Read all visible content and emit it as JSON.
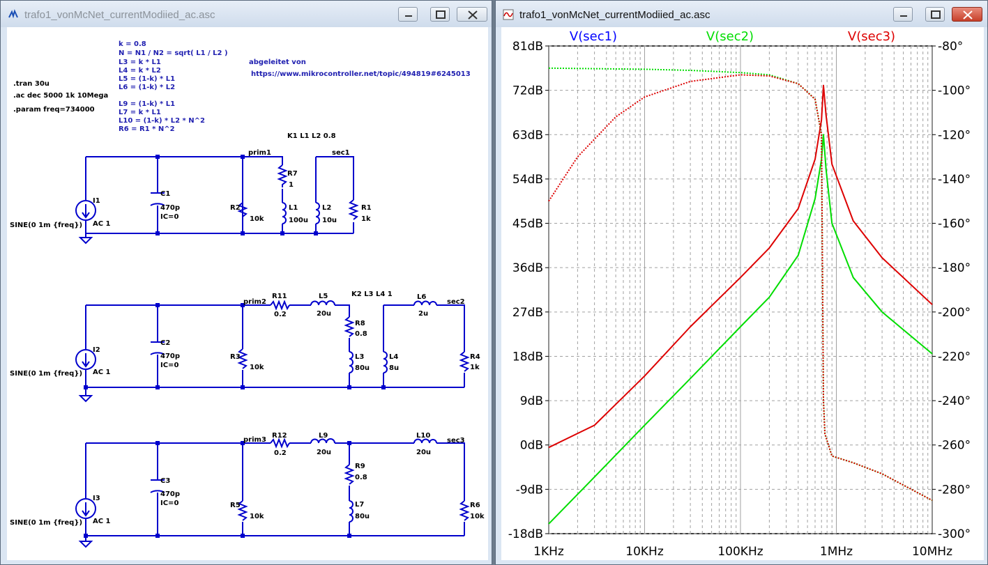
{
  "left_window": {
    "title": "trafo1_vonMcNet_currentModiied_ac.asc",
    "directives": {
      "tran": ".tran 30u",
      "ac": ".ac dec 5000 1k 10Mega",
      "param": ".param freq=734000",
      "eqs": [
        "k = 0.8",
        "N = N1 / N2 = sqrt( L1 / L2 )",
        "L3 = k * L1",
        "L4 = k * L2",
        "L5 = (1-k) * L1",
        "L6 = (1-k) * L2",
        "",
        "L9 = (1-k) * L1",
        "L7 = k * L1",
        "L10 = (1-k) * L2 * N^2",
        "R6 = R1 * N^2"
      ],
      "source_label": "abgeleitet von",
      "source_url": "https://www.mikrocontroller.net/topic/494819#6245013",
      "k1": "K1 L1 L2 0.8",
      "k2": "K2 L3 L4 1"
    },
    "circuit1": {
      "I1": "I1",
      "I1_ac": "AC 1",
      "I1_sine": "SINE(0 1m {freq})",
      "C1": "C1",
      "C1_val": "470p",
      "C1_ic": "IC=0",
      "prim": "prim1",
      "sec": "sec1",
      "R2": "R2",
      "R2_val": "10k",
      "R7": "R7",
      "R7_val": "1",
      "L1": "L1",
      "L1_val": "100u",
      "L2": "L2",
      "L2_val": "10u",
      "R1": "R1",
      "R1_val": "1k"
    },
    "circuit2": {
      "I2": "I2",
      "I2_ac": "AC 1",
      "I2_sine": "SINE(0 1m {freq})",
      "C2": "C2",
      "C2_val": "470p",
      "C2_ic": "IC=0",
      "prim": "prim2",
      "sec": "sec2",
      "R11": "R11",
      "R11_val": "0.2",
      "L5": "L5",
      "L5_val": "20u",
      "R8": "R8",
      "R8_val": "0.8",
      "L3": "L3",
      "L3_val": "80u",
      "R3": "R3",
      "R3_val": "10k",
      "L4": "L4",
      "L4_val": "8u",
      "L6": "L6",
      "L6_val": "2u",
      "R4": "R4",
      "R4_val": "1k"
    },
    "circuit3": {
      "I3": "I3",
      "I3_ac": "AC 1",
      "I3_sine": "SINE(0 1m {freq})",
      "C3": "C3",
      "C3_val": "470p",
      "C3_ic": "IC=0",
      "prim": "prim3",
      "sec": "sec3",
      "R12": "R12",
      "R12_val": "0.2",
      "L9": "L9",
      "L9_val": "20u",
      "R9": "R9",
      "R9_val": "0.8",
      "L7": "L7",
      "L7_val": "80u",
      "R5": "R5",
      "R5_val": "10k",
      "L10": "L10",
      "L10_val": "20u",
      "R6": "R6",
      "R6_val": "10k"
    }
  },
  "right_window": {
    "title": "trafo1_vonMcNet_currentModiied_ac.asc"
  },
  "colors": {
    "wire": "#0000cc",
    "sec1": "#0000ff",
    "sec2": "#00dd00",
    "sec3": "#dd0000",
    "phase": "#8a6a00",
    "grid": "#a0a0a0"
  },
  "chart_data": {
    "type": "line",
    "x_scale": "log",
    "xlim": [
      1000,
      10000000
    ],
    "x_ticks": [
      1000,
      10000,
      100000,
      1000000,
      10000000
    ],
    "x_tick_labels": [
      "1KHz",
      "10KHz",
      "100KHz",
      "1MHz",
      "10MHz"
    ],
    "ylim": [
      -18,
      81
    ],
    "y_ticks": [
      -18,
      -9,
      0,
      9,
      18,
      27,
      36,
      45,
      54,
      63,
      72,
      81
    ],
    "y_tick_labels": [
      "-18dB",
      "-9dB",
      "0dB",
      "9dB",
      "18dB",
      "27dB",
      "36dB",
      "45dB",
      "54dB",
      "63dB",
      "72dB",
      "81dB"
    ],
    "y2lim": [
      -300,
      -80
    ],
    "y2_ticks": [
      -300,
      -280,
      -260,
      -240,
      -220,
      -200,
      -180,
      -160,
      -140,
      -120,
      -100,
      -80
    ],
    "y2_tick_labels": [
      "-300°",
      "-280°",
      "-260°",
      "-240°",
      "-220°",
      "-200°",
      "-180°",
      "-160°",
      "-140°",
      "-120°",
      "-100°",
      "-80°"
    ],
    "series": [
      {
        "name": "V(sec1)",
        "color": "#0000ff",
        "x": [],
        "y": []
      },
      {
        "name": "V(sec2)",
        "color": "#00dd00",
        "style": "solid",
        "x": [
          1000,
          3000,
          10000,
          30000,
          100000,
          200000,
          400000,
          600000,
          700000,
          734000,
          780000,
          900000,
          1500000,
          3000000,
          10000000
        ],
        "y": [
          -16,
          -6.5,
          4,
          13.5,
          24,
          30,
          38.5,
          50,
          58,
          63,
          56,
          45,
          34,
          27,
          18.5
        ]
      },
      {
        "name": "V(sec3)",
        "color": "#dd0000",
        "style": "solid",
        "x": [
          1000,
          3000,
          10000,
          30000,
          100000,
          200000,
          400000,
          600000,
          700000,
          734000,
          780000,
          900000,
          1500000,
          3000000,
          10000000
        ],
        "y": [
          -0.5,
          4,
          14,
          24,
          34,
          40,
          48,
          58,
          66,
          73,
          67,
          57,
          45.5,
          38,
          28.5
        ]
      },
      {
        "name": "V(sec2) phase",
        "color": "#00dd00",
        "style": "dotted",
        "axis": "y2",
        "x": [
          1000,
          10000,
          30000,
          100000,
          200000,
          400000,
          600000,
          700000,
          734000,
          760000,
          900000,
          1500000,
          3000000,
          10000000
        ],
        "y": [
          -90,
          -90.5,
          -91,
          -92,
          -93,
          -97,
          -104,
          -120,
          -240,
          -255,
          -265,
          -268,
          -273,
          -285
        ]
      },
      {
        "name": "V(sec3) phase",
        "color": "#dd0000",
        "style": "dotted",
        "axis": "y2",
        "x": [
          1000,
          2000,
          5000,
          10000,
          30000,
          100000,
          200000,
          400000,
          600000,
          700000,
          734000,
          760000,
          900000,
          1500000,
          3000000,
          10000000
        ],
        "y": [
          -150,
          -130,
          -112,
          -103,
          -96,
          -93,
          -93.5,
          -97,
          -104,
          -120,
          -240,
          -255,
          -265,
          -268,
          -273,
          -285
        ]
      }
    ]
  }
}
